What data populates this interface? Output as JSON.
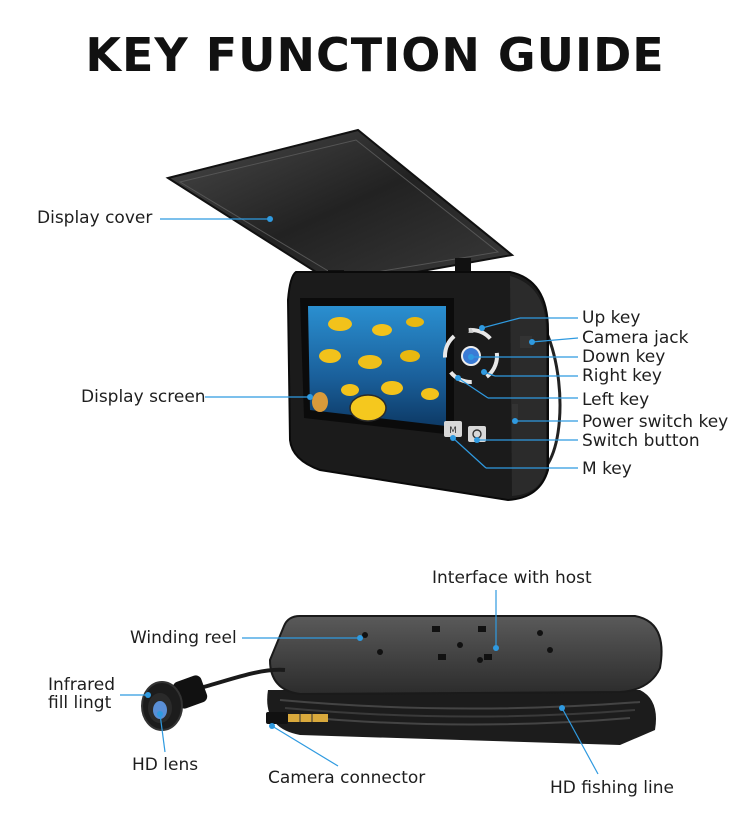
{
  "title": "KEY FUNCTION GUIDE",
  "labels": {
    "display_cover": "Display cover",
    "display_screen": "Display screen",
    "up_key": "Up key",
    "camera_jack": "Camera jack",
    "down_key": "Down key",
    "right_key": "Right key",
    "left_key": "Left key",
    "power_switch_key": "Power switch key",
    "switch_button": "Switch button",
    "m_key": "M key",
    "interface_with_host": "Interface with host",
    "winding_reel": "Winding reel",
    "infrared_fill_light_1": "Infrared",
    "infrared_fill_light_2": "fill lingt",
    "hd_lens": "HD lens",
    "camera_connector": "Camera connector",
    "hd_fishing_line": "HD fishing line"
  },
  "colors": {
    "leader_line": "#2f9ae0",
    "device_body": "#1b1b1b"
  }
}
